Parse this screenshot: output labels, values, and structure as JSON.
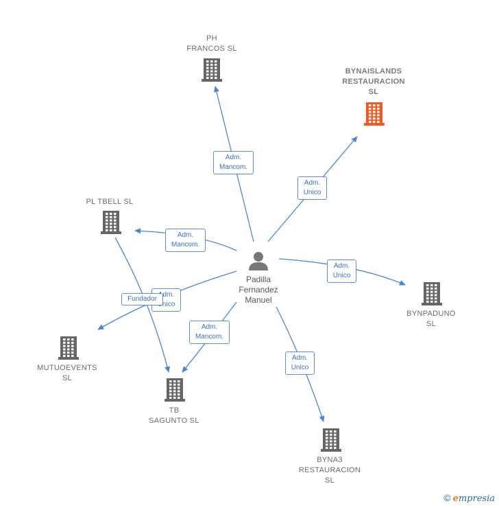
{
  "colors": {
    "edge": "#4a86d4",
    "company": "#666666",
    "highlight": "#f05a24",
    "person": "#777777"
  },
  "person": {
    "label": "Padilla\nFernandez\nManuel",
    "icon": "person-icon"
  },
  "companies": [
    {
      "id": "ph-francos",
      "label": "PH\nFRANCOS  SL",
      "highlight": false
    },
    {
      "id": "bynaislands",
      "label": "BYNAISLANDS\nRESTAURACION\nSL",
      "highlight": true
    },
    {
      "id": "pl-tbell",
      "label": "PL TBELL  SL",
      "highlight": false
    },
    {
      "id": "bynpaduno",
      "label": "BYNPADUNO\nSL",
      "highlight": false
    },
    {
      "id": "mutuoevents",
      "label": "MUTUOEVENTS\nSL",
      "highlight": false
    },
    {
      "id": "tb-sagunto",
      "label": "TB\nSAGUNTO  SL",
      "highlight": false
    },
    {
      "id": "byna3",
      "label": "BYNA3\nRESTAURACION\nSL",
      "highlight": false
    }
  ],
  "edges": [
    {
      "id": "e1",
      "from": "person",
      "to": "ph-francos",
      "label": "Adm.\nMancom."
    },
    {
      "id": "e2",
      "from": "person",
      "to": "bynaislands",
      "label": "Adm.\nUnico"
    },
    {
      "id": "e3",
      "from": "person",
      "to": "pl-tbell",
      "label": "Adm.\nMancom."
    },
    {
      "id": "e4",
      "from": "person",
      "to": "bynpaduno",
      "label": "Adm.\nUnico"
    },
    {
      "id": "e5",
      "from": "person",
      "to": "mutuoevents",
      "label": "Adm.\nUnico"
    },
    {
      "id": "e6",
      "from": "person",
      "to": "tb-sagunto",
      "label": "Adm.\nMancom."
    },
    {
      "id": "e7",
      "from": "person",
      "to": "byna3",
      "label": "Adm.\nUnico"
    },
    {
      "id": "e8",
      "from": "pl-tbell",
      "to": "tb-sagunto",
      "label": "Fundador"
    }
  ],
  "footer": {
    "copyright": "©",
    "brand_e": "e",
    "brand_rest": "mpresia"
  }
}
